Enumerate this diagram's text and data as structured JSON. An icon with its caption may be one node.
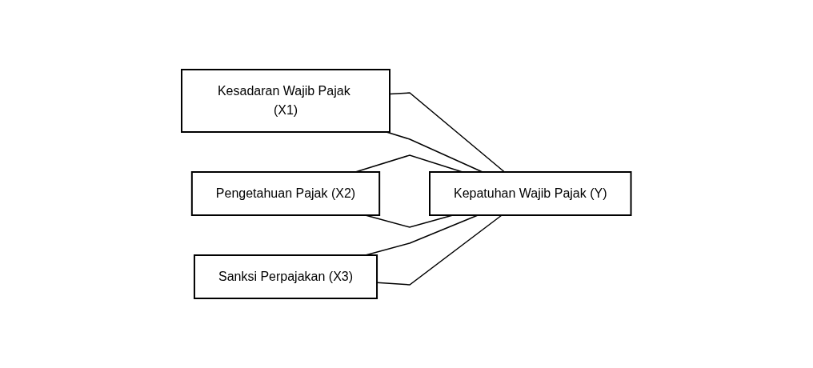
{
  "diagram": {
    "nodes": [
      {
        "text": [
          "Kesadaran Wajib Pajak (X1)"
        ]
      },
      {
        "text": [
          "Pengetahuan Pajak (X2)"
        ]
      },
      {
        "text": [
          "Sanksi Perpajakan (X3)"
        ]
      },
      {
        "text": [
          "Kepatuhan Wajib Pajak (Y)"
        ]
      }
    ],
    "edges": [
      {
        "from": 0,
        "to": 3,
        "arrow": "none"
      },
      {
        "from": 1,
        "to": 3,
        "arrow": "none"
      },
      {
        "from": 2,
        "to": 3,
        "arrow": "none"
      },
      {
        "from": 0,
        "to": 3,
        "arrow": "none"
      },
      {
        "from": 1,
        "to": 3,
        "arrow": "none"
      },
      {
        "from": 2,
        "to": 3,
        "arrow": "none"
      }
    ]
  }
}
